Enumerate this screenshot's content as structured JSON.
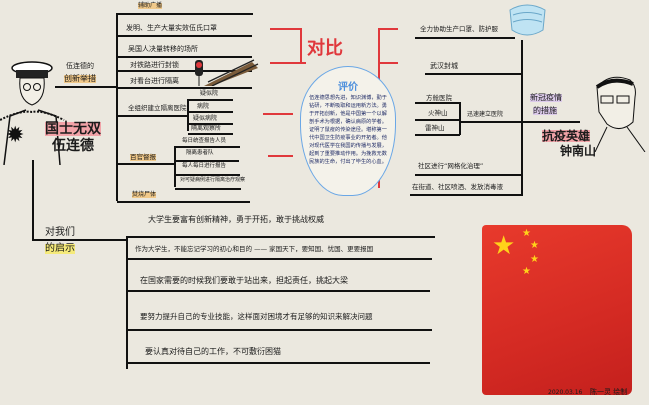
{
  "left_person": {
    "title_line1": "国士无双",
    "title_line2": "伍连德",
    "branch_label_line1": "伍连德的",
    "branch_label_line2": "创新举措",
    "items": [
      {
        "label": "辅助广播"
      },
      {
        "label": "发明、生产大量实效伍氏口罩"
      },
      {
        "label": "吴国人决量转移的场所"
      },
      {
        "label": "对铁路进行封锁"
      },
      {
        "label": "对看台进行隔离"
      },
      {
        "label": "全组织建立隔离医院",
        "sub": [
          "疑似院",
          "病院",
          "疑似病院",
          "隔离观察所"
        ]
      },
      {
        "label": "百官督报",
        "sub": [
          "每日统查报告人员",
          "隔离患者队",
          "每人每日进行报告",
          "对可疑病例进行隔离治疗观察"
        ]
      },
      {
        "label": "焚烧尸体"
      }
    ]
  },
  "center": {
    "compare_title": "对比",
    "review_title": "评价",
    "review_text": "伍连德思想先进，知识渊博，勤于钻研，不断吸取和运用新方法。勇于开拓创新，他是中国第一个以解剖手术为根据，确认病原的学者。证明了鼠疫的传染途径。堪称第一代中国卫生防疫事业的开拓者。他对现代医学在我国的传播与发展，起到了重要推动作用。为挽救无数民族的生命，付出了毕生的心血。"
  },
  "right_person": {
    "title_line1": "抗疫英雄",
    "title_line2": "钟南山",
    "branch_label_line1": "新冠疫情",
    "branch_label_line2": "的措施",
    "items": [
      {
        "label": "全力协助生产口罩、防护服"
      },
      {
        "label": "武汉封城"
      },
      {
        "label": "迅速建立医院",
        "sub": [
          "方舱医院",
          "火神山",
          "雷神山"
        ]
      },
      {
        "label": "社区进行“网格化治理”"
      },
      {
        "label": "在街道、社区喷洒、发放消毒液"
      }
    ]
  },
  "inspiration": {
    "label_line1": "对我们",
    "label_line2": "的启示",
    "items": [
      "大学生要富有创新精神，勇于开拓，敢于挑战权威",
      "作为大学生，不能忘记学习的初心和目的 —— 家国天下，要知国、忧国、更要报国",
      "在国家需要的时候我们要敢于站出来，担起责任，挑起大梁",
      "要努力提升自己的专业技能，这样面对困境才有足够的知识来解决问题",
      "要认真对待自己的工作，不可敷衍困猫"
    ]
  },
  "signature": {
    "date": "2020.03.16",
    "author": "陈一灵 绘制"
  },
  "colors": {
    "background": "#ebe8df",
    "red": "#e0383c",
    "flag": "#d42a23",
    "star": "#ffd21a",
    "bubble_border": "#6aa7e6"
  }
}
